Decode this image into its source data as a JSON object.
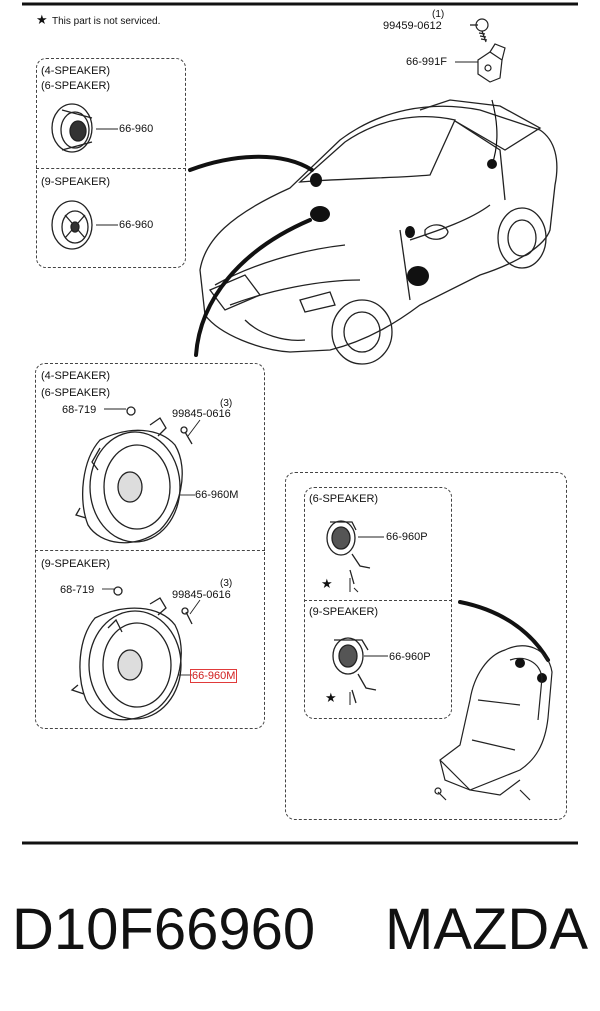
{
  "note": {
    "star": "★",
    "text": "This part is not serviced."
  },
  "top_right": {
    "qty": "(1)",
    "bolt_part": "99459-0612",
    "bracket_part": "66-991F"
  },
  "box_upper_left": {
    "label_4": "(4-SPEAKER)",
    "label_6": "(6-SPEAKER)",
    "tweeter_a_part": "66-960",
    "label_9": "(9-SPEAKER)",
    "tweeter_b_part": "66-960"
  },
  "box_door": {
    "label_4": "(4-SPEAKER)",
    "label_6": "(6-SPEAKER)",
    "nut_part": "68-719",
    "screw_qty": "(3)",
    "screw_part": "99845-0616",
    "speaker_part": "66-960M",
    "label_9": "(9-SPEAKER)",
    "nut_part_b": "68-719",
    "screw_qty_b": "(3)",
    "screw_part_b": "99845-0616",
    "speaker_part_b": "66-960M"
  },
  "box_headrest": {
    "label_6": "(6-SPEAKER)",
    "part_6": "66-960P",
    "star_6": "★",
    "label_9": "(9-SPEAKER)",
    "part_9": "66-960P",
    "star_9": "★"
  },
  "footer": {
    "part_number": "D10F66960",
    "brand": "MAZDA"
  },
  "colors": {
    "line": "#111111",
    "highlight": "#e03a3a",
    "box_border": "#444444"
  }
}
